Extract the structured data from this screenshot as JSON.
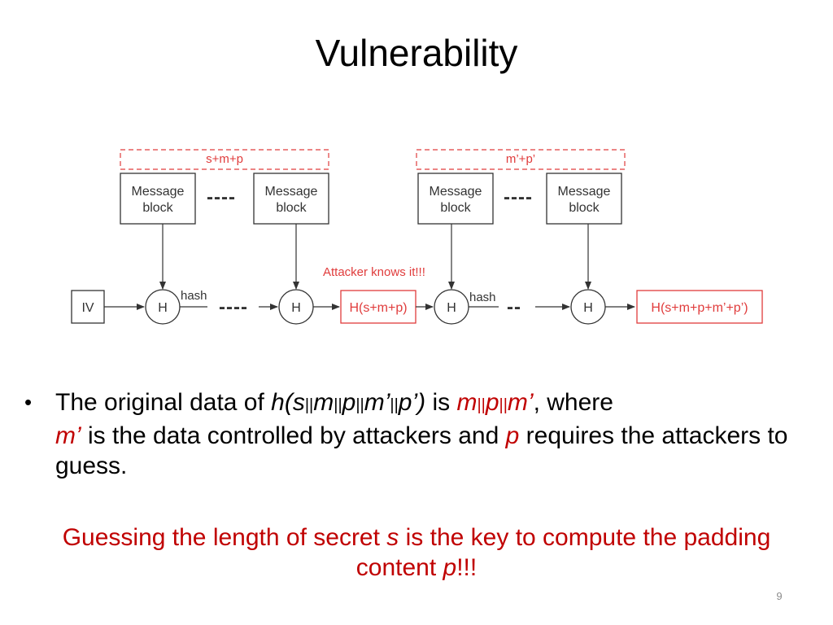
{
  "slide": {
    "title": "Vulnerability",
    "page_number": "9"
  },
  "diagram": {
    "group_left_label": "s+m+p",
    "group_right_label": "m’+p’",
    "block_line1": "Message",
    "block_line2": "block",
    "block_gap": "----",
    "iv_label": "IV",
    "hash_node_label": "H",
    "hash_edge_label": "hash",
    "intermediate_output": "H(s+m+p)",
    "final_output": "H(s+m+p+m’+p’)",
    "attacker_note": "Attacker knows it!!!",
    "chain_gap": "----",
    "chain_gap_short": "--",
    "colors": {
      "accent_red": "#e03c3c",
      "text_red": "#c00000",
      "dark_stroke": "#333333"
    }
  },
  "bullet": {
    "part1": "The original data of ",
    "h_open": "h(s",
    "bar": "||",
    "m": "m",
    "p": "p",
    "m_prime": "m’",
    "p_close": "p’)",
    "is": " is ",
    "comma_where": ", where",
    "part_controlled": " is the data controlled by attackers and ",
    "part_guess": " requires the attackers to guess."
  },
  "conclusion": {
    "part1": "Guessing the length of secret ",
    "s": "s",
    "part2": " is the key to compute the padding content ",
    "p": "p",
    "part3": "!!!"
  }
}
